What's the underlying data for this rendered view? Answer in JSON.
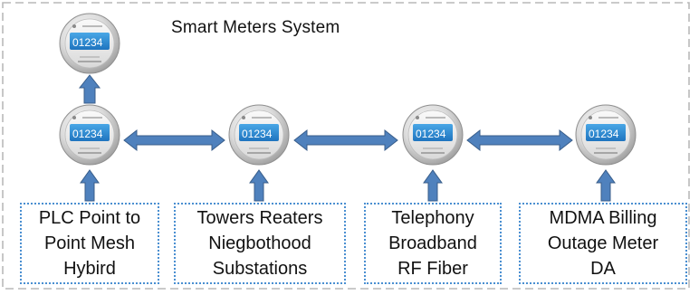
{
  "title": "Smart Meters System",
  "meter_display": "01234",
  "boxes": [
    {
      "lines": [
        "PLC Point to",
        "Point Mesh",
        "Hybird"
      ]
    },
    {
      "lines": [
        "Towers Reaters",
        "Niegbothood",
        "Substations"
      ]
    },
    {
      "lines": [
        "Telephony",
        "Broadband",
        "RF Fiber"
      ]
    },
    {
      "lines": [
        "MDMA Billing",
        "Outage Meter",
        "DA"
      ]
    }
  ],
  "colors": {
    "arrow_fill": "#4f81bd",
    "arrow_stroke": "#385d8a",
    "box_border": "#4a8fd1",
    "frame_dash": "#b9b9b9",
    "meter_screen": "#2f8fd6"
  },
  "icons": [
    "meter-icon",
    "double-arrow-icon",
    "up-arrow-icon"
  ]
}
